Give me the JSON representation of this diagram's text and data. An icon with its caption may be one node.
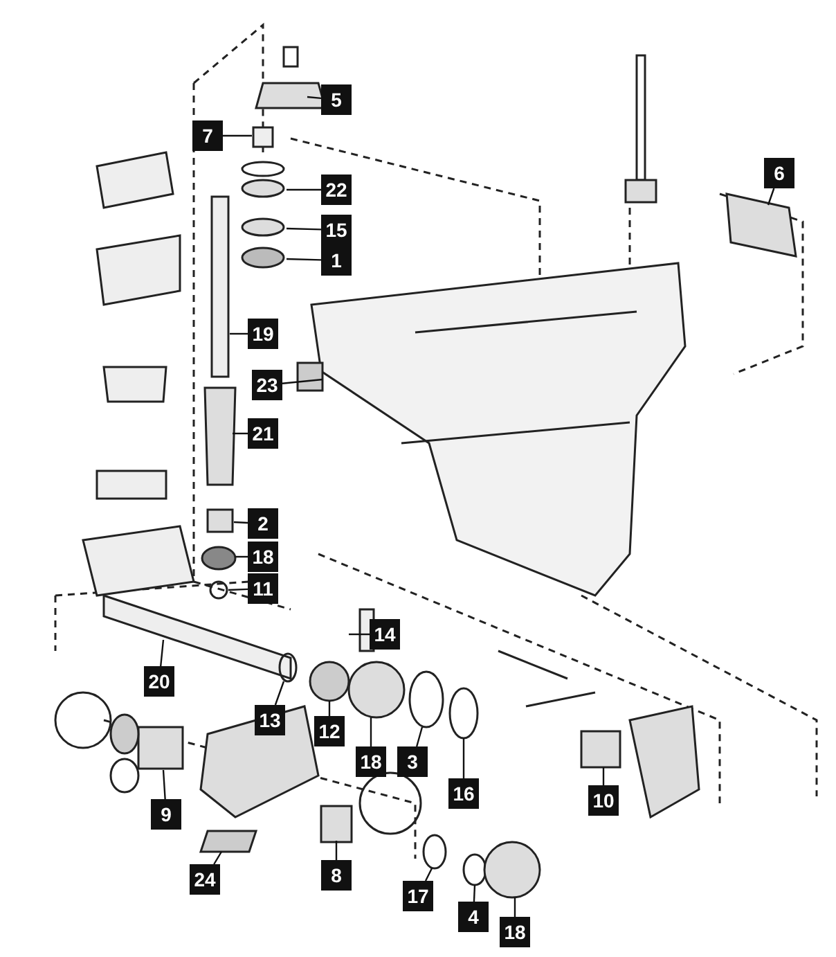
{
  "diagram": {
    "nodes": [
      {
        "text": [
          "5"
        ]
      },
      {
        "text": [
          "7"
        ]
      },
      {
        "text": [
          "6"
        ]
      },
      {
        "text": [
          "22"
        ]
      },
      {
        "text": [
          "15"
        ]
      },
      {
        "text": [
          "1"
        ]
      },
      {
        "text": [
          "19"
        ]
      },
      {
        "text": [
          "23"
        ]
      },
      {
        "text": [
          "21"
        ]
      },
      {
        "text": [
          "2"
        ]
      },
      {
        "text": [
          "18"
        ]
      },
      {
        "text": [
          "11"
        ]
      },
      {
        "text": [
          "14"
        ]
      },
      {
        "text": [
          "20"
        ]
      },
      {
        "text": [
          "13"
        ]
      },
      {
        "text": [
          "12"
        ]
      },
      {
        "text": [
          "18"
        ]
      },
      {
        "text": [
          "3"
        ]
      },
      {
        "text": [
          "16"
        ]
      },
      {
        "text": [
          "10"
        ]
      },
      {
        "text": [
          "9"
        ]
      },
      {
        "text": [
          "24"
        ]
      },
      {
        "text": [
          "8"
        ]
      },
      {
        "text": [
          "17"
        ]
      },
      {
        "text": [
          "4"
        ]
      },
      {
        "text": [
          "18"
        ]
      }
    ],
    "edges": [
      {
        "from": 0,
        "to": null,
        "arrow": "none"
      },
      {
        "from": 1,
        "to": null,
        "arrow": "none"
      },
      {
        "from": 2,
        "to": null,
        "arrow": "none"
      },
      {
        "from": 3,
        "to": null,
        "arrow": "none"
      },
      {
        "from": 4,
        "to": null,
        "arrow": "none"
      },
      {
        "from": 5,
        "to": null,
        "arrow": "none"
      },
      {
        "from": 6,
        "to": null,
        "arrow": "none"
      },
      {
        "from": 7,
        "to": null,
        "arrow": "none"
      },
      {
        "from": 8,
        "to": null,
        "arrow": "none"
      },
      {
        "from": 9,
        "to": null,
        "arrow": "none"
      },
      {
        "from": 10,
        "to": null,
        "arrow": "none"
      },
      {
        "from": 11,
        "to": null,
        "arrow": "none"
      },
      {
        "from": 12,
        "to": null,
        "arrow": "none"
      },
      {
        "from": 13,
        "to": null,
        "arrow": "none"
      },
      {
        "from": 14,
        "to": null,
        "arrow": "none"
      },
      {
        "from": 15,
        "to": null,
        "arrow": "none"
      },
      {
        "from": 16,
        "to": null,
        "arrow": "none"
      },
      {
        "from": 17,
        "to": null,
        "arrow": "none"
      },
      {
        "from": 18,
        "to": null,
        "arrow": "none"
      },
      {
        "from": 19,
        "to": null,
        "arrow": "none"
      },
      {
        "from": 20,
        "to": null,
        "arrow": "none"
      },
      {
        "from": 21,
        "to": null,
        "arrow": "none"
      },
      {
        "from": 22,
        "to": null,
        "arrow": "none"
      },
      {
        "from": 23,
        "to": null,
        "arrow": "none"
      },
      {
        "from": 24,
        "to": null,
        "arrow": "none"
      },
      {
        "from": 25,
        "to": null,
        "arrow": "none"
      }
    ]
  }
}
